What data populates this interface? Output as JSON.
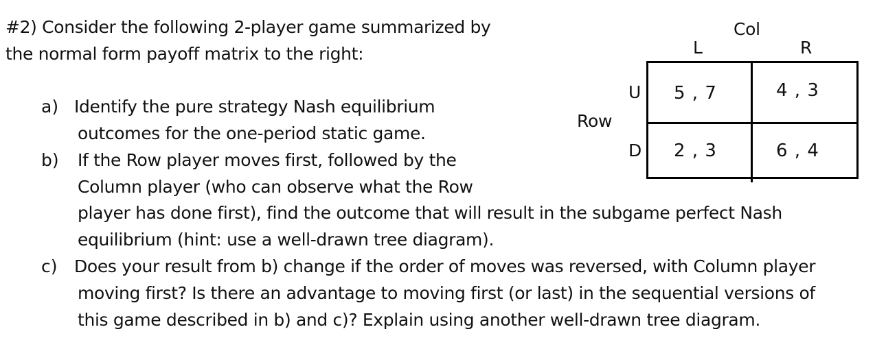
{
  "problem": {
    "title_lines": [
      "#2) Consider the following 2-player game summarized by",
      "the normal form payoff matrix to the right:"
    ],
    "parts": [
      {
        "marker": "a)",
        "lines": [
          "Identify the pure strategy Nash equilibrium",
          "outcomes for the one-period static game."
        ]
      },
      {
        "marker": "b)",
        "lines": [
          "If the Row player moves first, followed by the",
          "Column player (who can observe what the Row",
          "player has done first), find the outcome that will result in the subgame perfect Nash",
          "equilibrium (hint: use a well-drawn tree diagram)."
        ]
      },
      {
        "marker": "c)",
        "lines": [
          "Does your result from b) change if the order of moves was reversed, with Column player",
          "moving first?  Is there an advantage to moving first (or last) in the sequential versions of",
          "this game described in b) and c)?  Explain using another well-drawn tree diagram."
        ]
      }
    ]
  },
  "matrix": {
    "col_player": "Col",
    "row_player": "Row",
    "col_strategies": [
      "L",
      "R"
    ],
    "row_strategies": [
      "U",
      "D"
    ],
    "payoffs": [
      [
        "5 , 7",
        "4 , 3"
      ],
      [
        "2 , 3",
        "6 , 4"
      ]
    ]
  }
}
